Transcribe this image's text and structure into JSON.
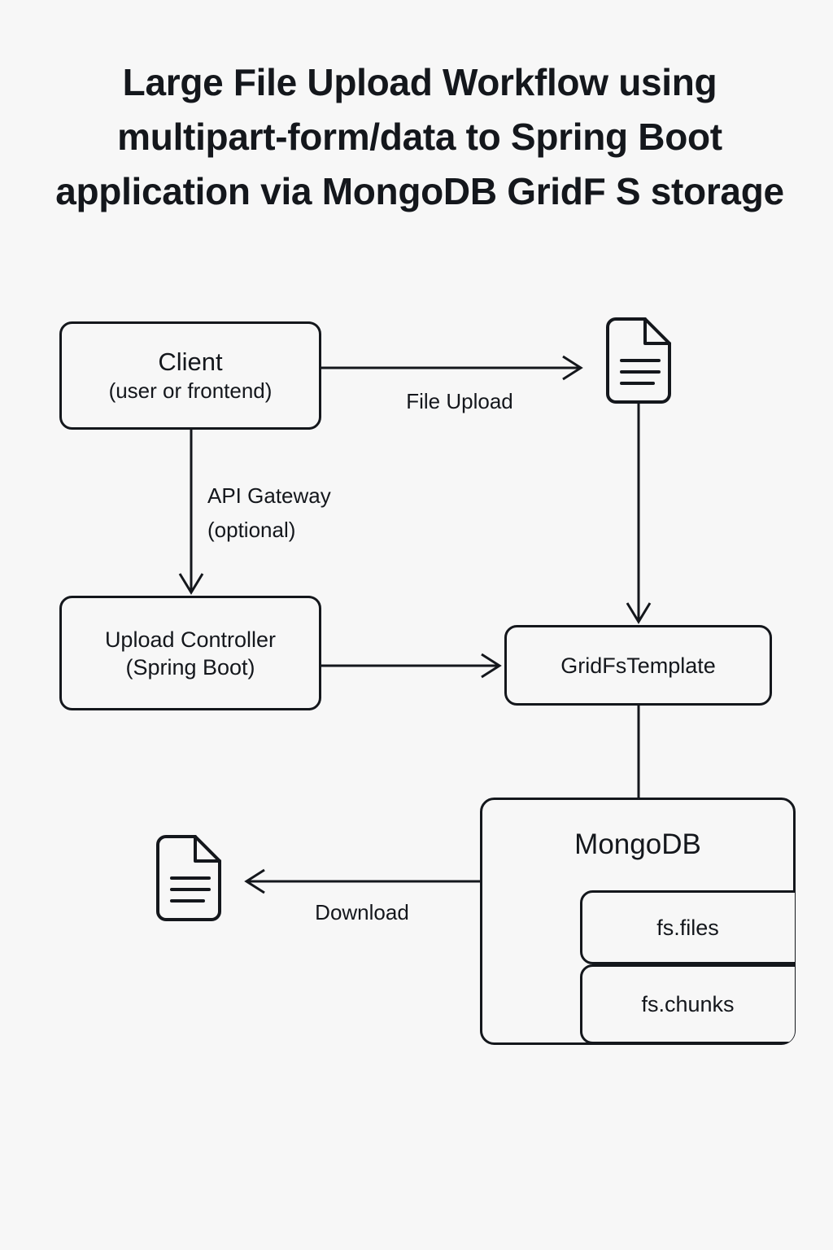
{
  "page": {
    "background_color": "#f7f7f7",
    "ink_color": "#14171c"
  },
  "title": "Large File Upload Workflow using multipart-form/data to Spring Boot application via MongoDB GridF S storage",
  "diagram": {
    "type": "flowchart",
    "nodes": [
      {
        "id": "client",
        "label": "Client",
        "sublabel": "(user or frontend)",
        "shape": "rounded-rect"
      },
      {
        "id": "upload-file-icon",
        "label": "",
        "shape": "document-icon"
      },
      {
        "id": "upload-controller",
        "label": "Upload Controller",
        "sublabel": "(Spring Boot)",
        "shape": "rounded-rect"
      },
      {
        "id": "gridfstemplate",
        "label": "GridFsTemplate",
        "shape": "rounded-rect"
      },
      {
        "id": "mongodb",
        "label": "MongoDB",
        "shape": "rounded-rect",
        "children": [
          {
            "id": "fs-files",
            "label": "fs.files"
          },
          {
            "id": "fs-chunks",
            "label": "fs.chunks"
          }
        ]
      },
      {
        "id": "download-file-icon",
        "label": "",
        "shape": "document-icon"
      }
    ],
    "edges": [
      {
        "id": "client-to-file",
        "from": "client",
        "to": "upload-file-icon",
        "label": "File Upload"
      },
      {
        "id": "client-to-controller",
        "from": "client",
        "to": "upload-controller",
        "label": "API Gateway",
        "label2": "(optional)"
      },
      {
        "id": "controller-to-gridfs",
        "from": "upload-controller",
        "to": "gridfstemplate",
        "label": ""
      },
      {
        "id": "file-to-gridfs",
        "from": "upload-file-icon",
        "to": "gridfstemplate",
        "label": ""
      },
      {
        "id": "gridfs-to-mongodb",
        "from": "gridfstemplate",
        "to": "mongodb",
        "label": ""
      },
      {
        "id": "mongodb-to-download",
        "from": "mongodb",
        "to": "download-file-icon",
        "label": "Download"
      }
    ]
  }
}
